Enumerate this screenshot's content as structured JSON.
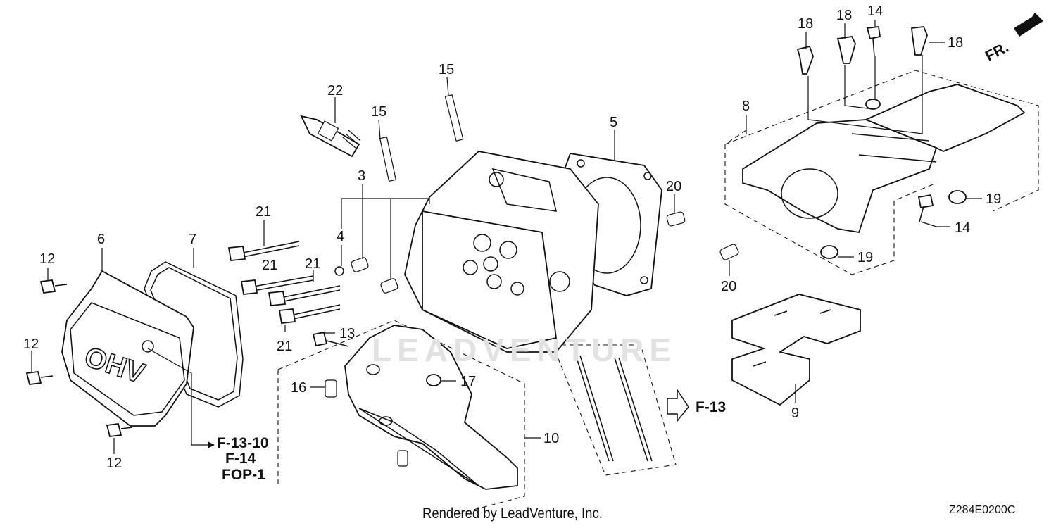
{
  "diagram": {
    "callouts": [
      {
        "id": "c22",
        "label": "22"
      },
      {
        "id": "c15a",
        "label": "15"
      },
      {
        "id": "c15b",
        "label": "15"
      },
      {
        "id": "c5",
        "label": "5"
      },
      {
        "id": "c3",
        "label": "3"
      },
      {
        "id": "c4",
        "label": "4"
      },
      {
        "id": "c21a",
        "label": "21"
      },
      {
        "id": "c21b",
        "label": "21"
      },
      {
        "id": "c21c",
        "label": "21"
      },
      {
        "id": "c21d",
        "label": "21"
      },
      {
        "id": "c6",
        "label": "6"
      },
      {
        "id": "c7",
        "label": "7"
      },
      {
        "id": "c12a",
        "label": "12"
      },
      {
        "id": "c12b",
        "label": "12"
      },
      {
        "id": "c12c",
        "label": "12"
      },
      {
        "id": "c13",
        "label": "13"
      },
      {
        "id": "c16",
        "label": "16"
      },
      {
        "id": "c17",
        "label": "17"
      },
      {
        "id": "c10",
        "label": "10"
      },
      {
        "id": "c20a",
        "label": "20"
      },
      {
        "id": "c20b",
        "label": "20"
      },
      {
        "id": "c8",
        "label": "8"
      },
      {
        "id": "c18a",
        "label": "18"
      },
      {
        "id": "c18b",
        "label": "18"
      },
      {
        "id": "c18c",
        "label": "18"
      },
      {
        "id": "c14a",
        "label": "14"
      },
      {
        "id": "c14b",
        "label": "14"
      },
      {
        "id": "c19a",
        "label": "19"
      },
      {
        "id": "c19b",
        "label": "19"
      },
      {
        "id": "c9",
        "label": "9"
      }
    ],
    "references": {
      "f13_10": "F-13-10",
      "f14": "F-14",
      "fop1": "FOP-1",
      "f13": "F-13"
    },
    "direction_label": "FR.",
    "watermark": "LEADVENTURE",
    "credit": "Rendered by LeadVenture, Inc.",
    "drawing_code": "Z284E0200C"
  }
}
